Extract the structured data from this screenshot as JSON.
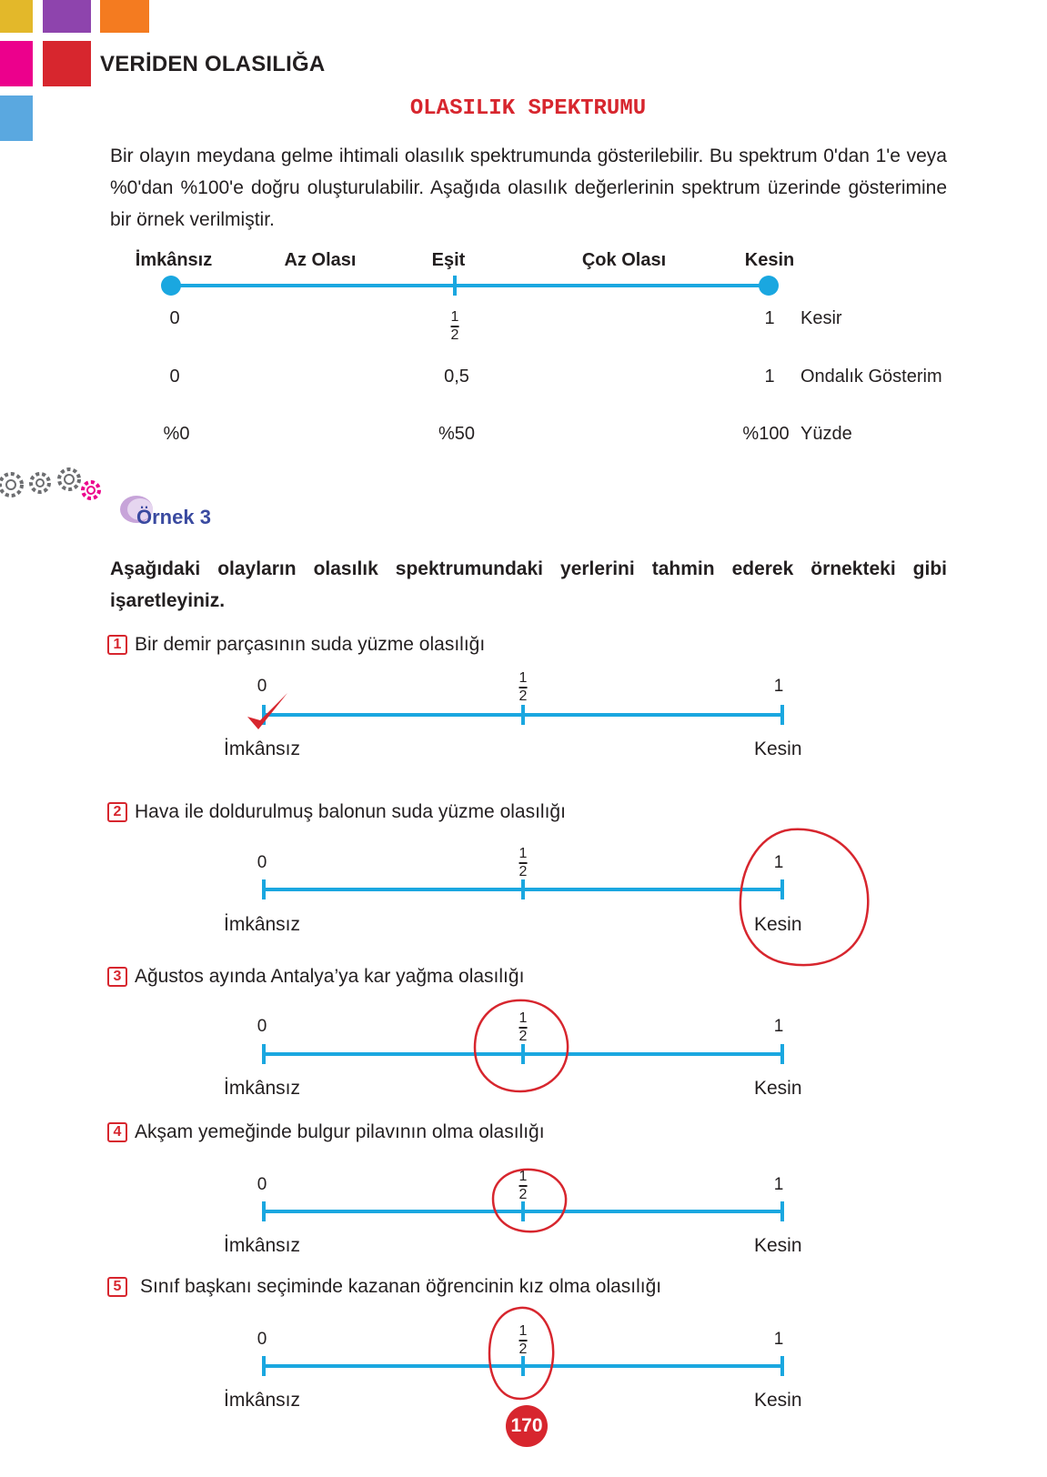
{
  "colors": {
    "accent_red": "#d7262e",
    "line_blue": "#1aa7e0",
    "ornek_blue": "#3a4aa0",
    "yellow": "#e3b82a",
    "purple": "#8e44ad",
    "orange": "#f47b20",
    "pink": "#ec008c",
    "sky": "#5aa8e0"
  },
  "header": {
    "chapter": "VERİDEN OLASILIĞA",
    "title": "OLASILIK SPEKTRUMU"
  },
  "intro": "Bir olayın meydana gelme ihtimali olasılık spektrumunda gösterilebilir. Bu spektrum 0'dan 1'e veya %0'dan %100'e doğru oluşturulabilir. Aşağıda olasılık değerlerinin spektrum üzerinde gösterimine bir örnek verilmiştir.",
  "spectrum": {
    "headings": [
      "İmkânsız",
      "Az Olası",
      "Eşit",
      "Çok Olası",
      "Kesin"
    ],
    "fraction_row": {
      "left": "0",
      "mid_num": "1",
      "mid_den": "2",
      "right": "1",
      "label": "Kesir"
    },
    "decimal_row": {
      "left": "0",
      "mid": "0,5",
      "right": "1",
      "label": "Ondalık Gösterim"
    },
    "percent_row": {
      "left": "%0",
      "mid": "%50",
      "right": "%100",
      "label": "Yüzde"
    }
  },
  "example": {
    "label": "Örnek 3",
    "task": "Aşağıdaki olayların olasılık spektrumundaki yerlerini tahmin ederek örnekteki gibi işaretleyiniz.",
    "number_line": {
      "zero": "0",
      "half_num": "1",
      "half_den": "2",
      "one": "1",
      "left_label": "İmkânsız",
      "right_label": "Kesin"
    },
    "questions": [
      {
        "num": "1",
        "text": "Bir demir parçasının suda yüzme olasılığı",
        "answer": "check at 0"
      },
      {
        "num": "2",
        "text": "Hava ile doldurulmuş balonun suda yüzme olasılığı",
        "answer": "circle at 1"
      },
      {
        "num": "3",
        "text": "Ağustos ayında Antalya’ya kar yağma olasılığı",
        "answer": "circle at 1/2"
      },
      {
        "num": "4",
        "text": "Akşam yemeğinde bulgur pilavının olma olasılığı",
        "answer": "circle at 1/2"
      },
      {
        "num": "5",
        "text": "Sınıf başkanı seçiminde kazanan öğrencinin kız olma olasılığı",
        "answer": "circle at 1/2"
      }
    ]
  },
  "page_number": "170"
}
